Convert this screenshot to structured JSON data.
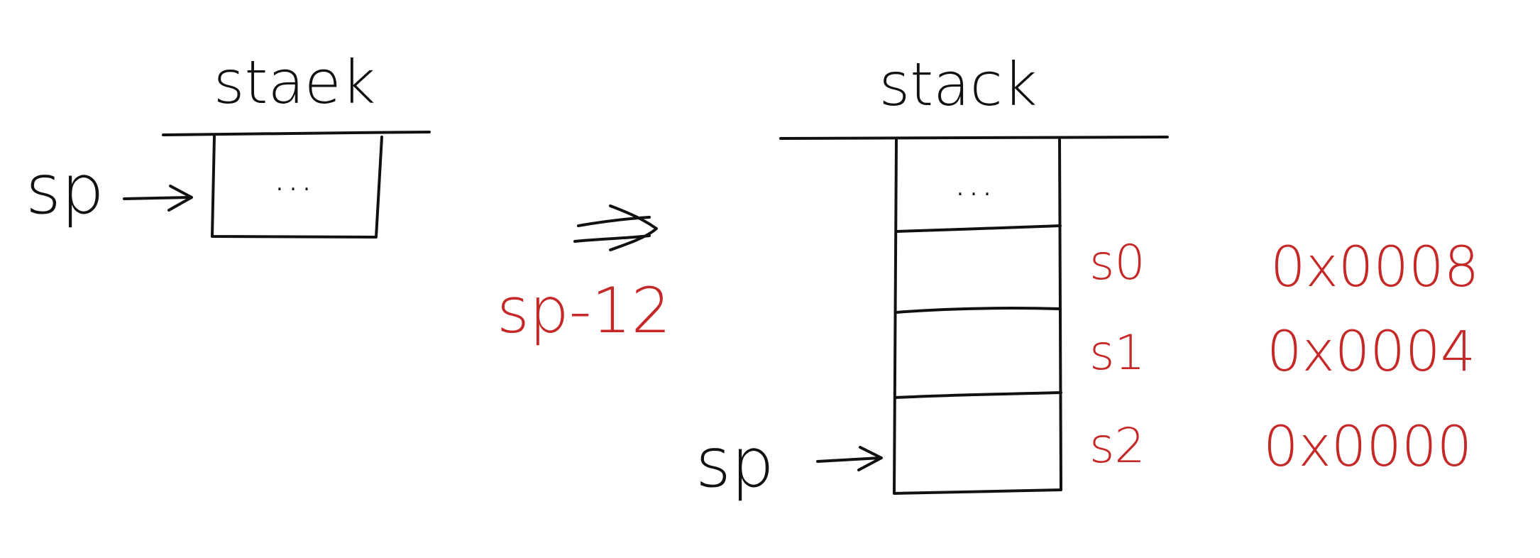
{
  "colors": {
    "ink": "#111111",
    "annotation": "#c62828",
    "background": "#ffffff"
  },
  "before": {
    "title": "staek",
    "pointer_label": "sp",
    "cell_text": "..."
  },
  "transition": {
    "operation": "sp-12"
  },
  "after": {
    "title": "stack",
    "pointer_label": "sp",
    "top_cell_text": "...",
    "slots": [
      {
        "register": "s0",
        "address": "0x0008"
      },
      {
        "register": "s1",
        "address": "0x0004"
      },
      {
        "register": "s2",
        "address": "0x0000"
      }
    ]
  }
}
